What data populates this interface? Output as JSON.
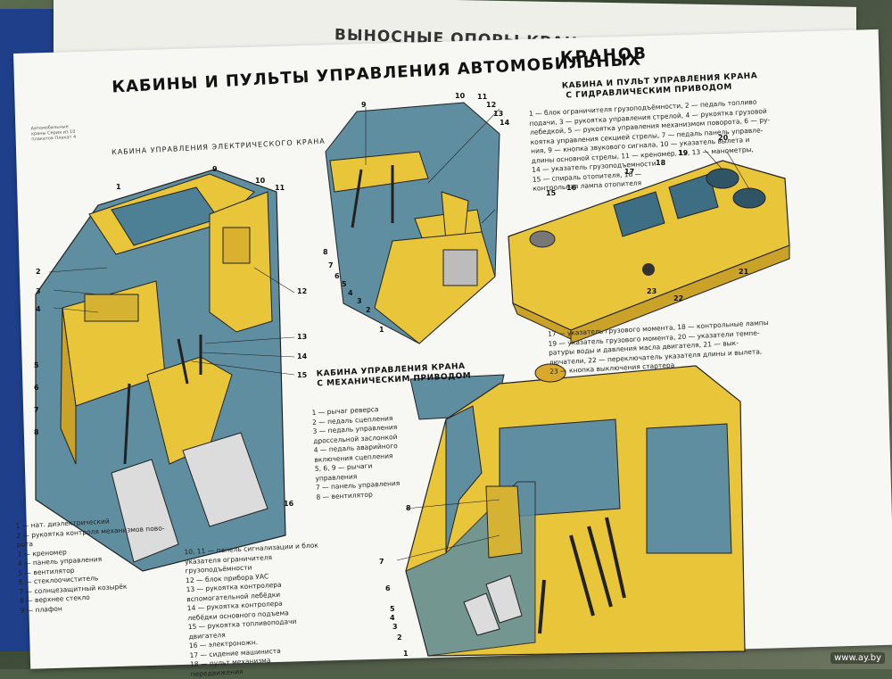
{
  "back_sheet": {
    "title": "ВЫНОСНЫЕ ОПОРЫ КРАН"
  },
  "main": {
    "title_left": "КАБИНЫ И ПУЛЬТЫ УПРАВЛЕНИЯ АВТОМОБИЛЬНЫХ",
    "title_right": "КРАНОВ",
    "small_header": "Автомобильные краны Серия из 10 плакатов Плакат 4",
    "electric_cab_heading": "КАБИНА УПРАВЛЕНИЯ ЭЛЕКТРИЧЕСКОГО КРАНА",
    "hydraulic_heading": [
      "КАБИНА И ПУЛЬТ УПРАВЛЕНИЯ КРАНА",
      "С ГИДРАВЛИЧЕСКИМ ПРИВОДОМ"
    ],
    "hydraulic_legend": [
      "1 — блок ограничителя грузоподъёмности, 2 — педаль топливо",
      "подачи, 3 — рукоятка управления стрелой, 4 — рукоятка грузовой",
      "лебедкой, 5 — рукоятка управления механизмом поворота, 6 — ру-",
      "коятка управления секцией стрелы, 7 — педаль панель управле-",
      "ния, 9 — кнопка звукового сигнала, 10 — указатель вылета и",
      "длины основной стрелы, 11 — креномер, 12, 13 — манометры,",
      "14 — указатель грузоподъемности",
      "15 — спираль отопителя, 16 —",
      "контрольная лампа отопителя"
    ],
    "panel_legend": [
      "17 — указатель грузового момента, 18 — контрольные лампы",
      "19 — указатель грузового момента, 20 — указатели темпе-",
      "ратуры воды и давления масла двигателя, 21 — вык-",
      "лючатели, 22 — переключатель указателя длины и вылета,",
      "23 — кнопка выключения стартера"
    ],
    "mechanical_heading": [
      "КАБИНА УПРАВЛЕНИЯ КРАНА",
      "С МЕХАНИЧЕСКИМ ПРИВОДОМ"
    ],
    "mechanical_legend": [
      "1 — рычаг реверса",
      "2 — педаль сцепления",
      "3 — педаль управления",
      "дроссельной заслонкой",
      "4 — педаль аварийного",
      "включения сцепления",
      "5, 6, 9 — рычаги управления",
      "7 — панель управления",
      "8 — вентилятор"
    ],
    "electric_legend": [
      "1 — нат. диэлектрический",
      "2 — рукоятка контроля механизмов пово-",
      "рота",
      "3 — креномер",
      "4 — панель управления",
      "5 — вентилятор",
      "6 — стеклоочиститель",
      "7 — солнцезащитный козырёк",
      "8 — верхнее стекло",
      "9 — плафон"
    ],
    "electric_legend_2": [
      "10, 11 — панель сигнализации и блок",
      "указателя ограничителя",
      "грузоподъёмности",
      "12 — блок прибора УАС",
      "13 — рукоятка контролера",
      "вспомогательной лебёдки",
      "14 — рукоятка контролера",
      "лебёдки основного подъема",
      "15 — рукоятка топливоподачи",
      "двигателя",
      "16 — электроножн.",
      "17 — сидение машиниста",
      "18 — пульт механизма",
      "передвижения"
    ],
    "callouts_hydraulic_cab": [
      "9",
      "10",
      "11",
      "12",
      "13",
      "14",
      "8",
      "7",
      "6",
      "5",
      "4",
      "3",
      "2",
      "1"
    ],
    "callouts_panel": [
      "15",
      "16",
      "17",
      "18",
      "19",
      "20",
      "21",
      "22",
      "23"
    ],
    "callouts_electric": [
      "9",
      "10",
      "11",
      "12",
      "13",
      "14",
      "15",
      "16",
      "1",
      "2",
      "3",
      "4",
      "5",
      "6",
      "7",
      "8"
    ],
    "callouts_mechanical": [
      "8",
      "7",
      "6",
      "5",
      "4",
      "3",
      "2",
      "1"
    ]
  },
  "watermark": "www.ay.by",
  "colors": {
    "yellow": "#e9c53a",
    "blue": "#5f8ea0",
    "paper": "#f7f7f3",
    "dark": "#222222"
  }
}
